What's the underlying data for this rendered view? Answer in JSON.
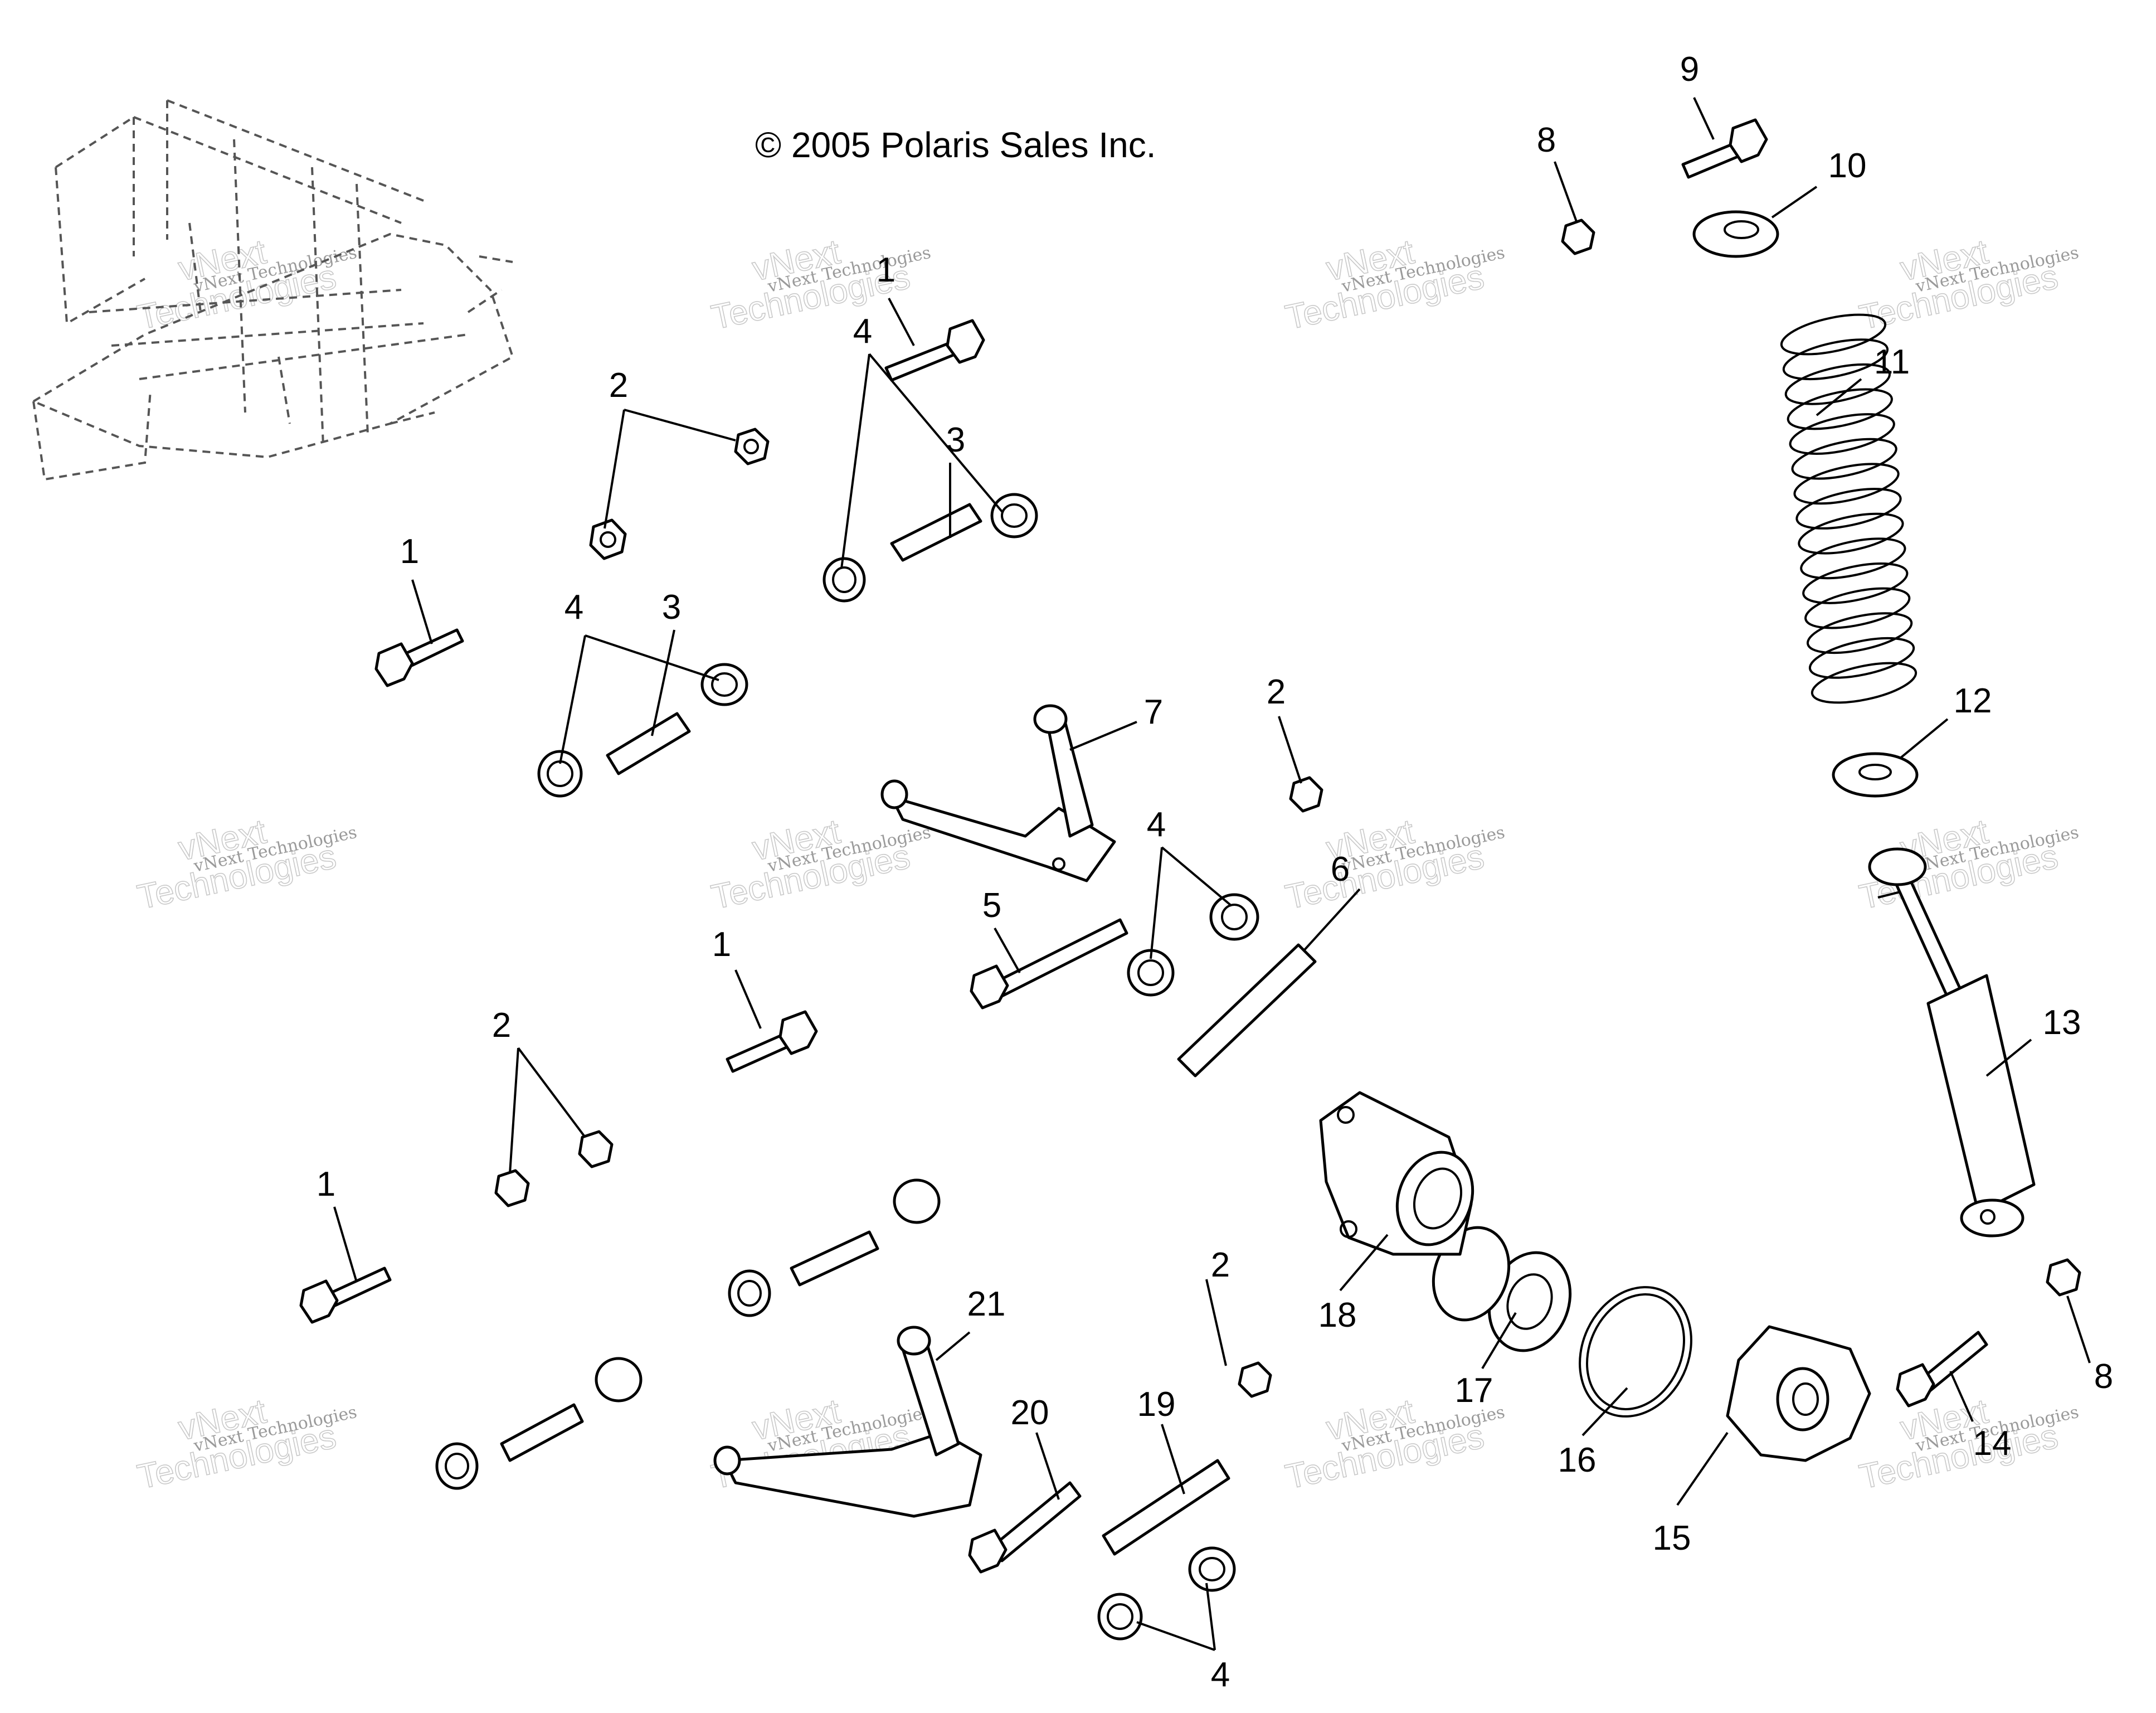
{
  "copyright": "© 2005 Polaris Sales Inc.",
  "watermark": {
    "small": "vNext Technologies",
    "large_top": "vNext",
    "large_bottom": "Technologies"
  },
  "callouts": {
    "c1a": "1",
    "c1b": "1",
    "c1c": "1",
    "c1d": "1",
    "c2a": "2",
    "c2b": "2",
    "c2c": "2",
    "c2d": "2",
    "c3a": "3",
    "c3b": "3",
    "c4a": "4",
    "c4b": "4",
    "c4c": "4",
    "c4d": "4",
    "c5": "5",
    "c6": "6",
    "c7": "7",
    "c8a": "8",
    "c8b": "8",
    "c9": "9",
    "c10": "10",
    "c11": "11",
    "c12": "12",
    "c13": "13",
    "c14": "14",
    "c15": "15",
    "c16": "16",
    "c17": "17",
    "c18": "18",
    "c19": "19",
    "c20": "20",
    "c21": "21"
  }
}
